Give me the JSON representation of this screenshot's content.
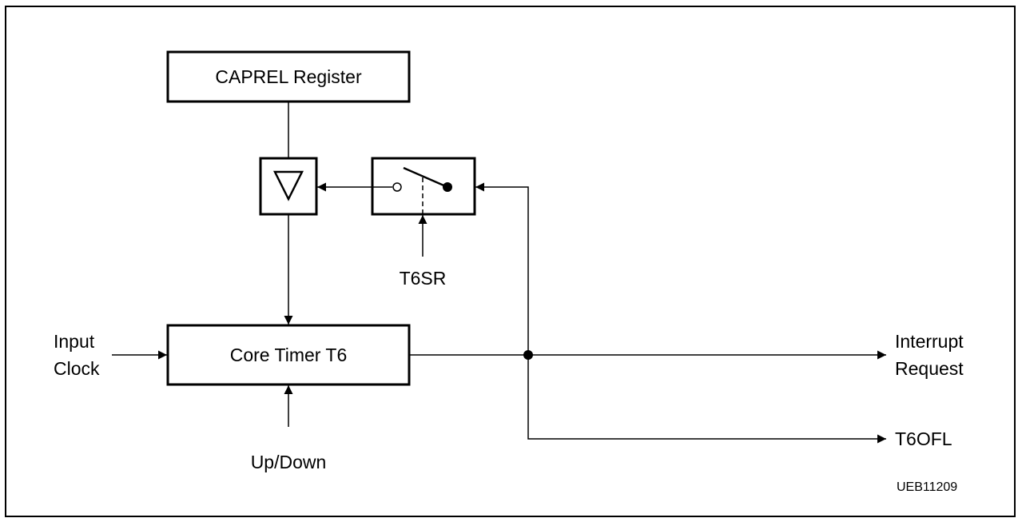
{
  "diagram": {
    "capreal_register_label": "CAPREL Register",
    "core_timer_label": "Core Timer T6",
    "switch_control_label": "T6SR",
    "input_clock_line1": "Input",
    "input_clock_line2": "Clock",
    "up_down_label": "Up/Down",
    "interrupt_line1": "Interrupt",
    "interrupt_line2": "Request",
    "overflow_label": "T6OFL",
    "figure_id": "UEB11209"
  }
}
